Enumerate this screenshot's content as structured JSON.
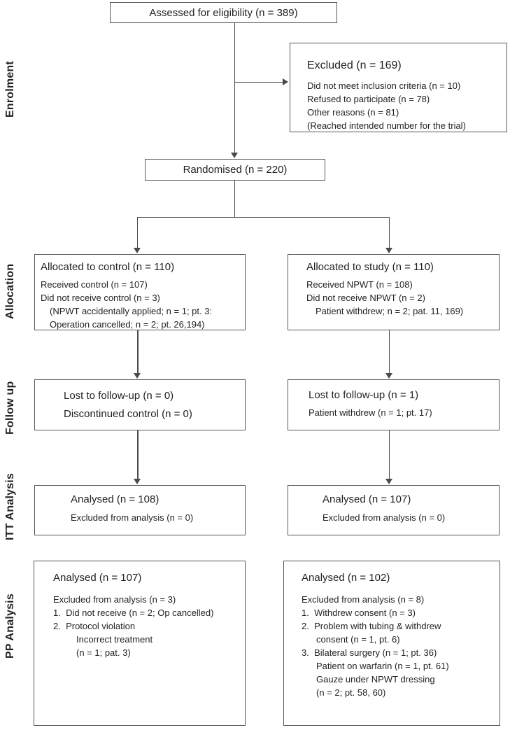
{
  "stages": [
    {
      "label": "Enrolment"
    },
    {
      "label": "Allocation"
    },
    {
      "label": "Follow up"
    },
    {
      "label": "ITT Analysis"
    },
    {
      "label": "PP Analysis"
    }
  ],
  "boxes": {
    "assessed": {
      "title": "Assessed for eligibility (n = 389)"
    },
    "excluded": {
      "title": "Excluded (n = 169)",
      "lines": [
        "Did not meet inclusion criteria (n = 10)",
        "Refused to participate (n = 78)",
        "Other reasons (n = 81)",
        "(Reached intended number for the trial)"
      ]
    },
    "randomised": {
      "title": "Randomised (n = 220)"
    },
    "allocated_control": {
      "title": "Allocated to control (n = 110)",
      "lines": [
        "Received control (n = 107)",
        "Did not receive control (n = 3)",
        "(NPWT accidentally applied; n = 1; pt. 3:",
        "Operation cancelled; n = 2; pt. 26,194)"
      ]
    },
    "allocated_study": {
      "title": "Allocated to study (n = 110)",
      "lines": [
        "Received NPWT (n = 108)",
        "Did not receive NPWT (n = 2)",
        "Patient withdrew; n = 2; pat. 11, 169)"
      ]
    },
    "followup_control": {
      "lines": [
        "Lost to follow-up (n = 0)",
        "Discontinued control (n = 0)"
      ]
    },
    "followup_study": {
      "title": "Lost to follow-up (n = 1)",
      "lines": [
        "Patient withdrew (n = 1; pt. 17)"
      ]
    },
    "itt_control": {
      "title": "Analysed (n = 108)",
      "lines": [
        "Excluded from analysis (n = 0)"
      ]
    },
    "itt_study": {
      "title": "Analysed (n = 107)",
      "lines": [
        "Excluded from analysis (n = 0)"
      ]
    },
    "pp_control": {
      "title": "Analysed (n = 107)",
      "lines": [
        "Excluded from analysis (n = 3)",
        "1.  Did not receive (n = 2; Op cancelled)",
        "2.  Protocol violation",
        "Incorrect treatment",
        "(n = 1; pat. 3)"
      ]
    },
    "pp_study": {
      "title": "Analysed (n = 102)",
      "lines": [
        "Excluded from analysis (n = 8)",
        "1.  Withdrew consent (n = 3)",
        "2.  Problem with tubing & withdrew",
        "consent (n = 1, pt. 6)",
        "3.  Bilateral surgery (n = 1; pt. 36)",
        "Patient on warfarin (n = 1, pt. 61)",
        "Gauze under NPWT dressing",
        "(n = 2; pt. 58, 60)"
      ]
    }
  },
  "colors": {
    "border": "#55565a",
    "line": "#4a4a4a",
    "text": "#231f20",
    "background": "#ffffff"
  }
}
